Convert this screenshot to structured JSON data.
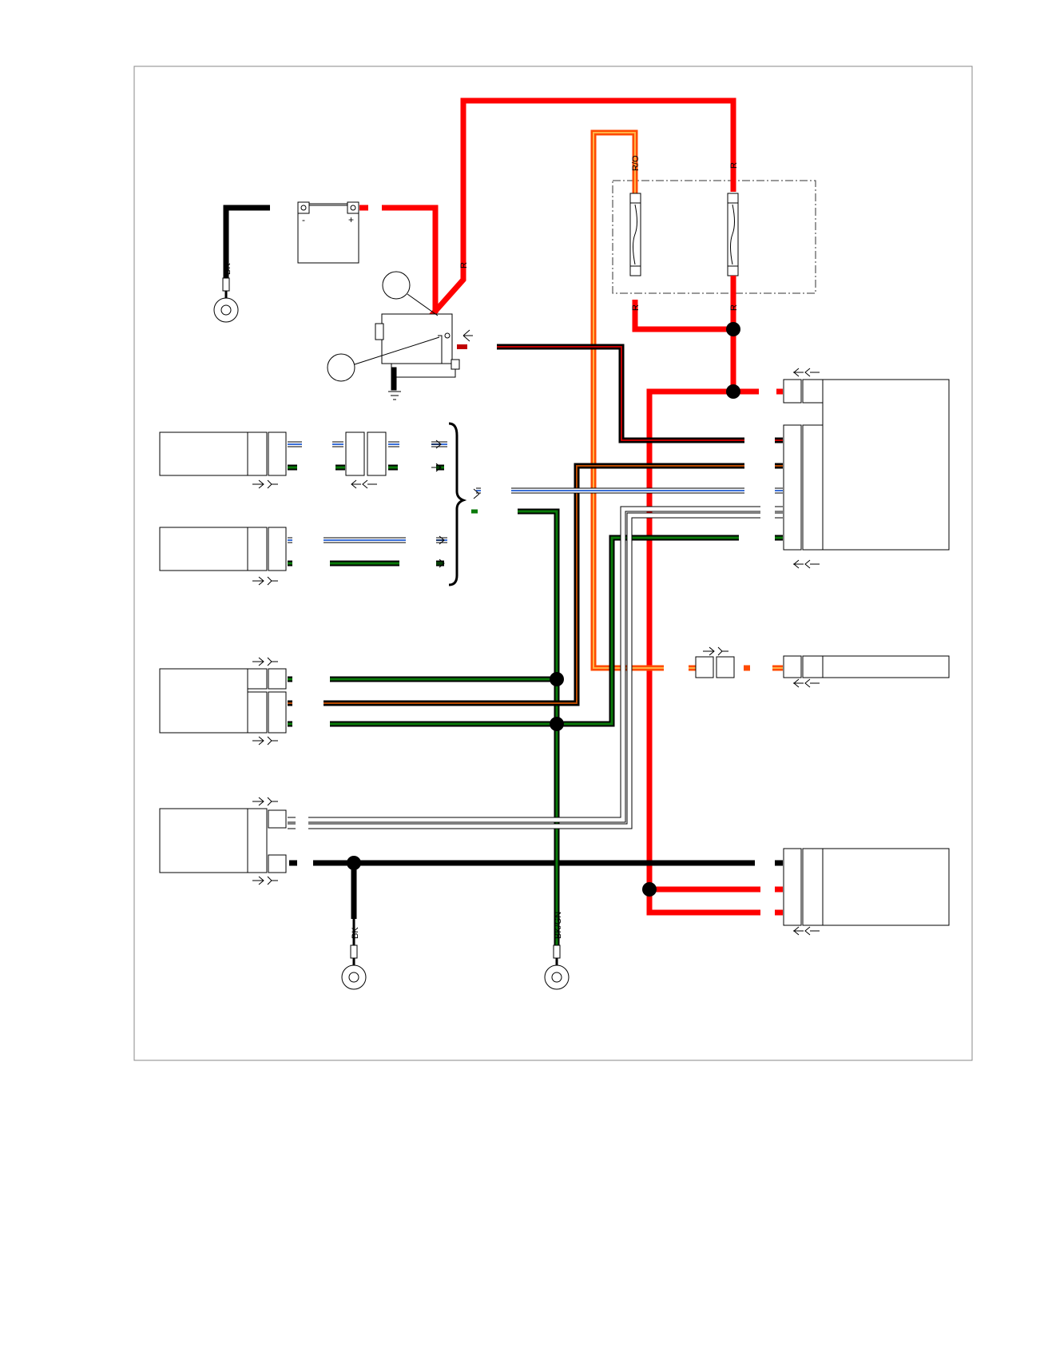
{
  "colors": {
    "red": "#ff0000",
    "black": "#000000",
    "green": "#0a7a0a",
    "blue": "#3a6fd8",
    "orange": "#ff7a00",
    "white_wire_outline": "#000000"
  },
  "wire_labels": {
    "bk_top": "BK",
    "r_starter": "R",
    "r_o_fuse": "R/O",
    "r_fuse_top": "R",
    "r_fuse_left_bottom": "R",
    "r_fuse_right_bottom": "R",
    "bk_bottom": "BK",
    "bk_gn_bottom": "BK/GN"
  },
  "battery": {
    "minus": "-",
    "plus": "+"
  }
}
